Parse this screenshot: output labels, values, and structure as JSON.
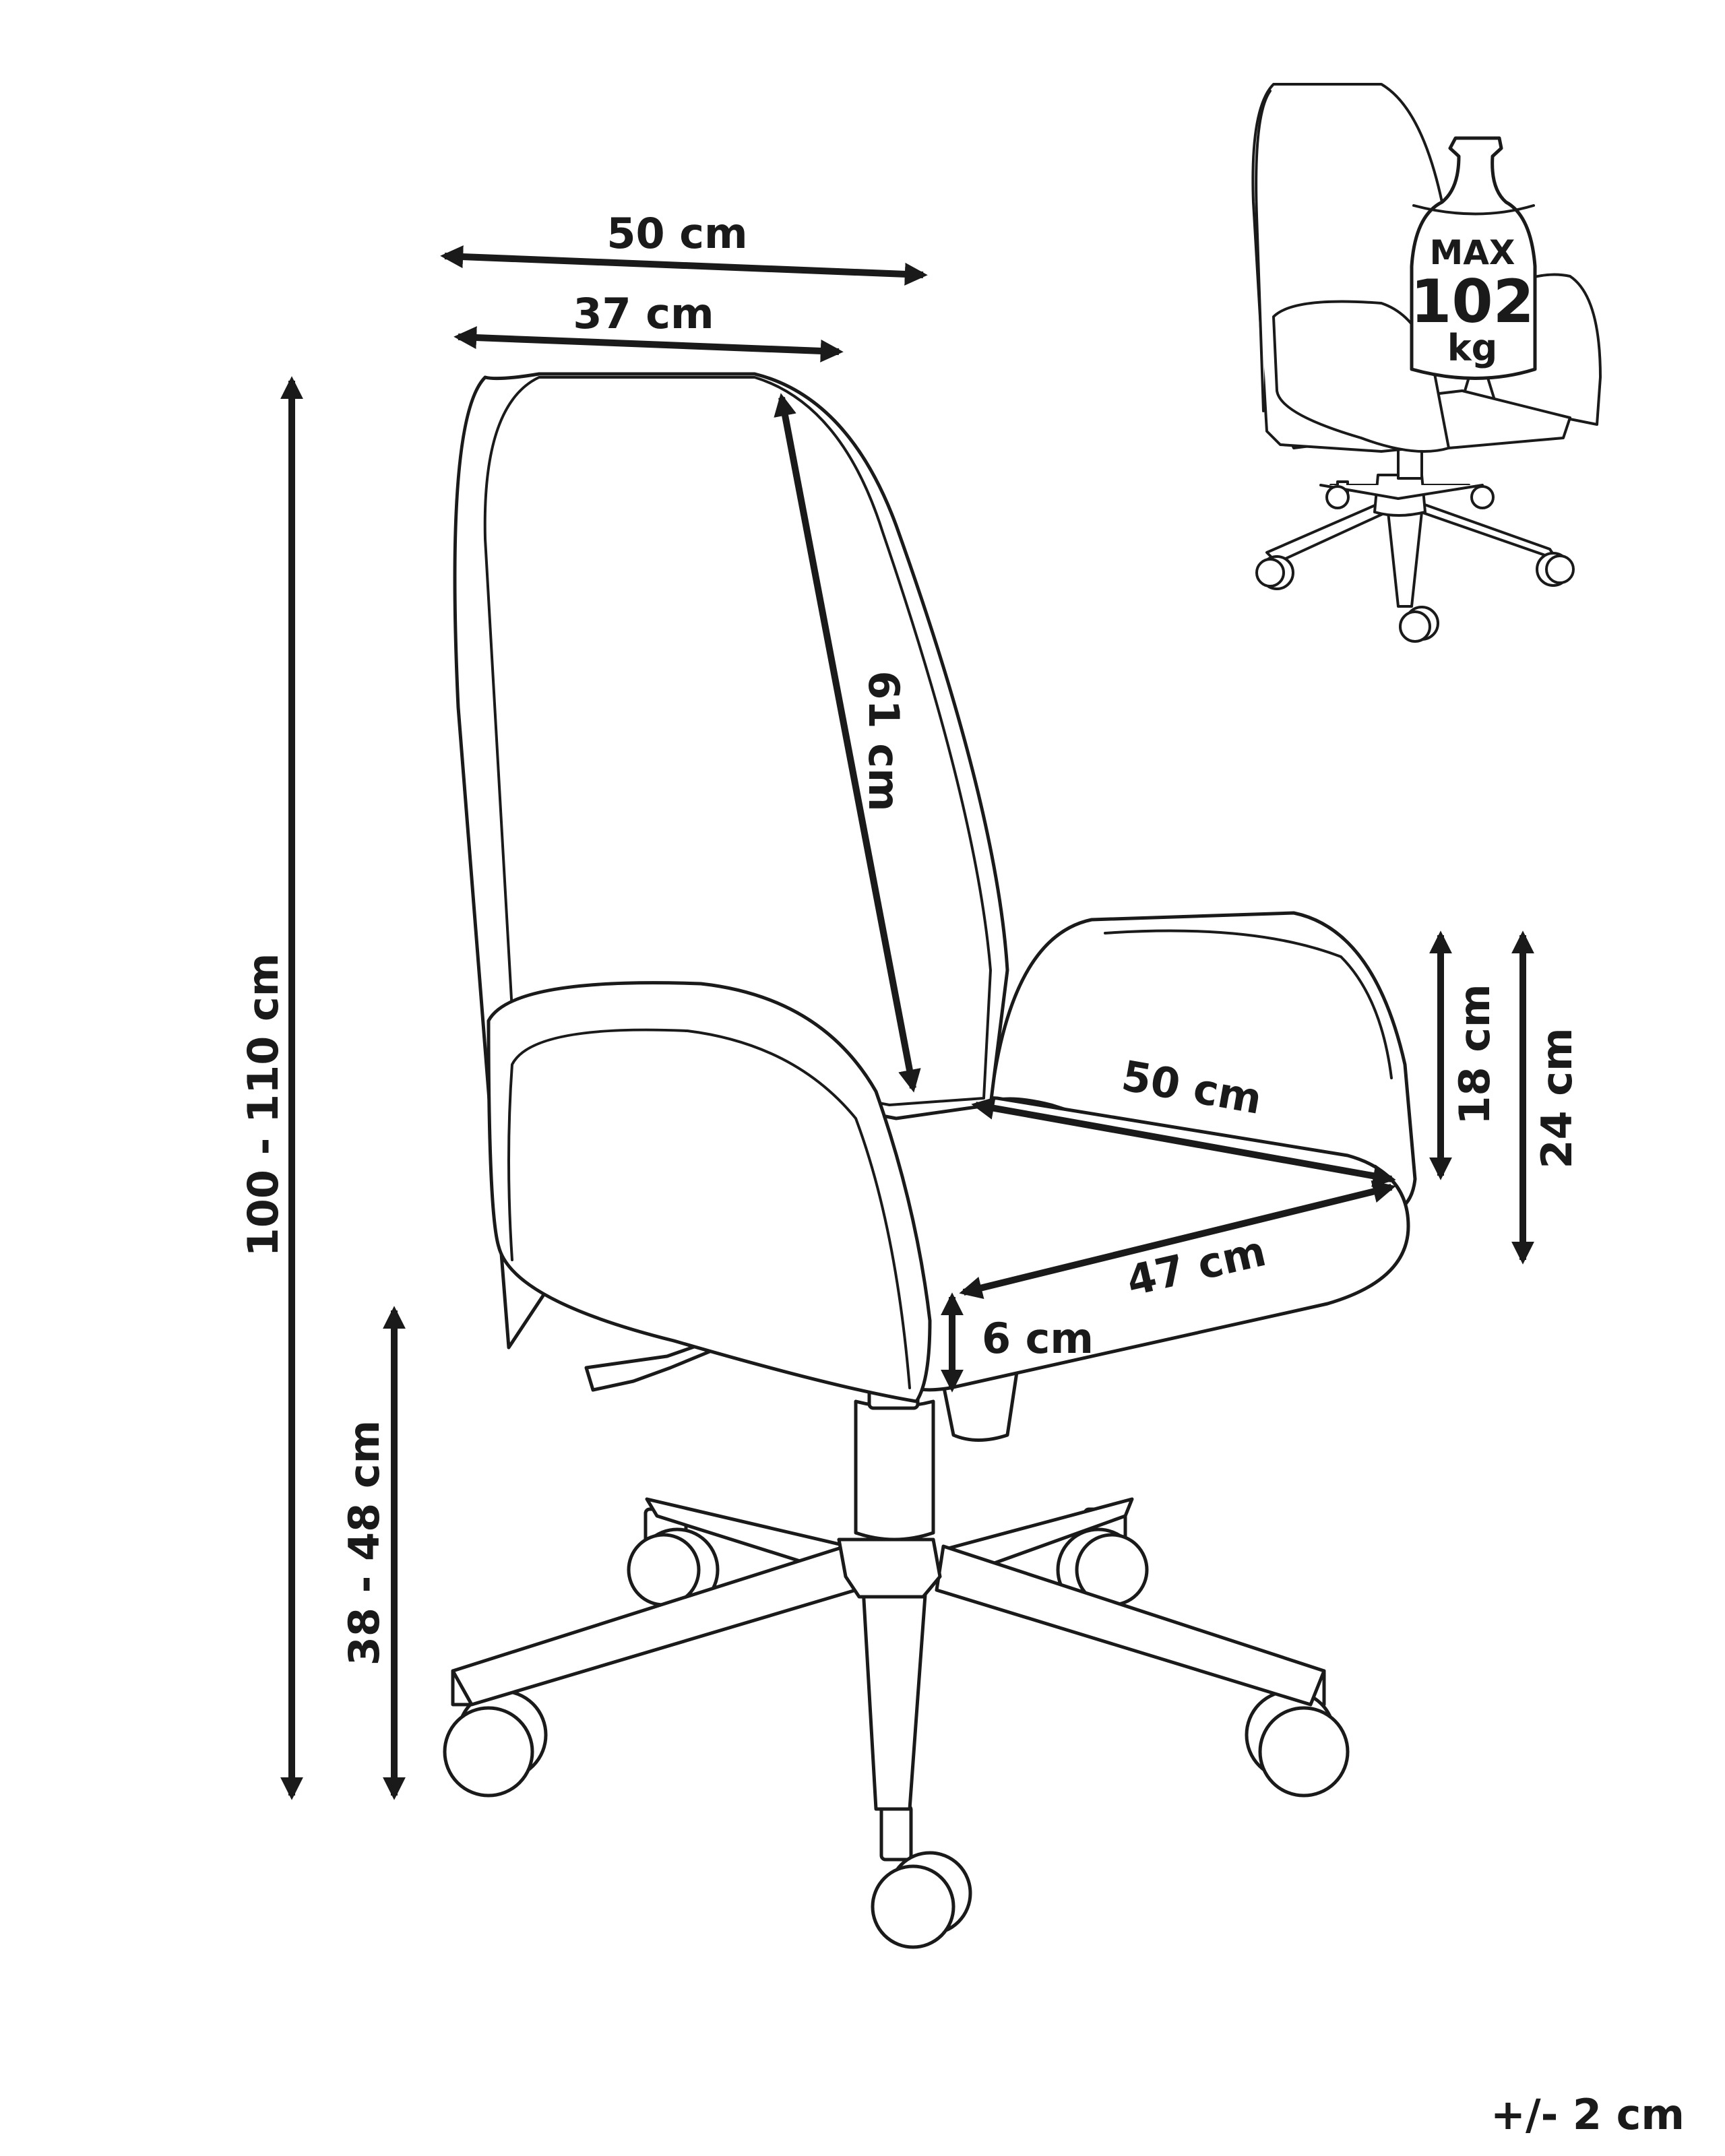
{
  "dimensions": {
    "total_width": "50 cm",
    "back_width": "37 cm",
    "back_height": "61 cm",
    "total_height": "100 - 110 cm",
    "seat_height": "38 - 48 cm",
    "seat_width": "50 cm",
    "seat_depth": "47 cm",
    "seat_thickness": "6 cm",
    "armrest_height": "18 cm",
    "armrest_total_height": "24 cm"
  },
  "weight_badge": {
    "line1": "MAX",
    "line2": "102",
    "line3": "kg"
  },
  "tolerance": "+/- 2 cm",
  "colors": {
    "line": "#1a1a1a",
    "background": "#ffffff"
  }
}
